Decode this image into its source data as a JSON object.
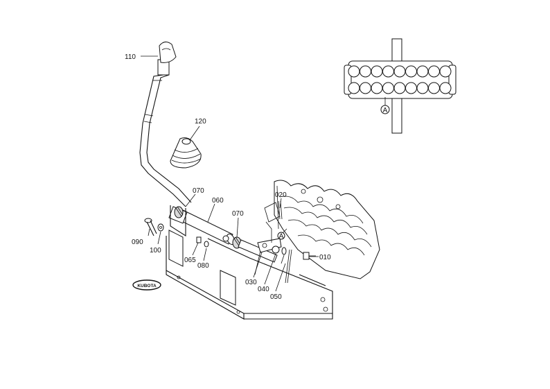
{
  "labels": {
    "p110": "110",
    "p120": "120",
    "p070a": "070",
    "p060": "060",
    "p070b": "070",
    "p020": "020",
    "p090": "090",
    "p100": "100",
    "p065": "065",
    "p080": "080",
    "p030": "030",
    "p040": "040",
    "p050": "050",
    "p010": "010",
    "detail_a": "A",
    "view_a": "A"
  },
  "logo_text": "KUBOTA"
}
